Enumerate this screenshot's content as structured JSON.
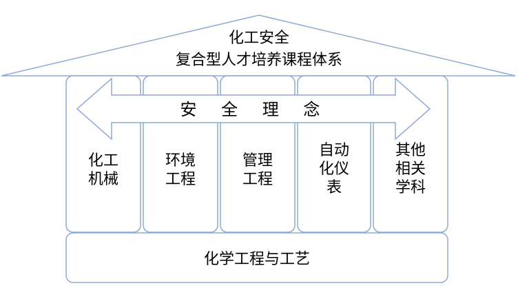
{
  "colors": {
    "stroke": "#8eaad4",
    "fill": "#ffffff",
    "text": "#000000"
  },
  "roof": {
    "line1": "化工安全",
    "line2": "复合型人才培养课程体系"
  },
  "arrow": {
    "label": "安 全 理 念"
  },
  "pillars": [
    {
      "lines": [
        "化工",
        "机械"
      ]
    },
    {
      "lines": [
        "环境",
        "工程"
      ]
    },
    {
      "lines": [
        "管理",
        "工程"
      ]
    },
    {
      "lines": [
        "自动",
        "化仪",
        "表"
      ]
    },
    {
      "lines": [
        "其他",
        "相关",
        "学科"
      ]
    }
  ],
  "foundation": {
    "label": "化学工程与工艺"
  }
}
